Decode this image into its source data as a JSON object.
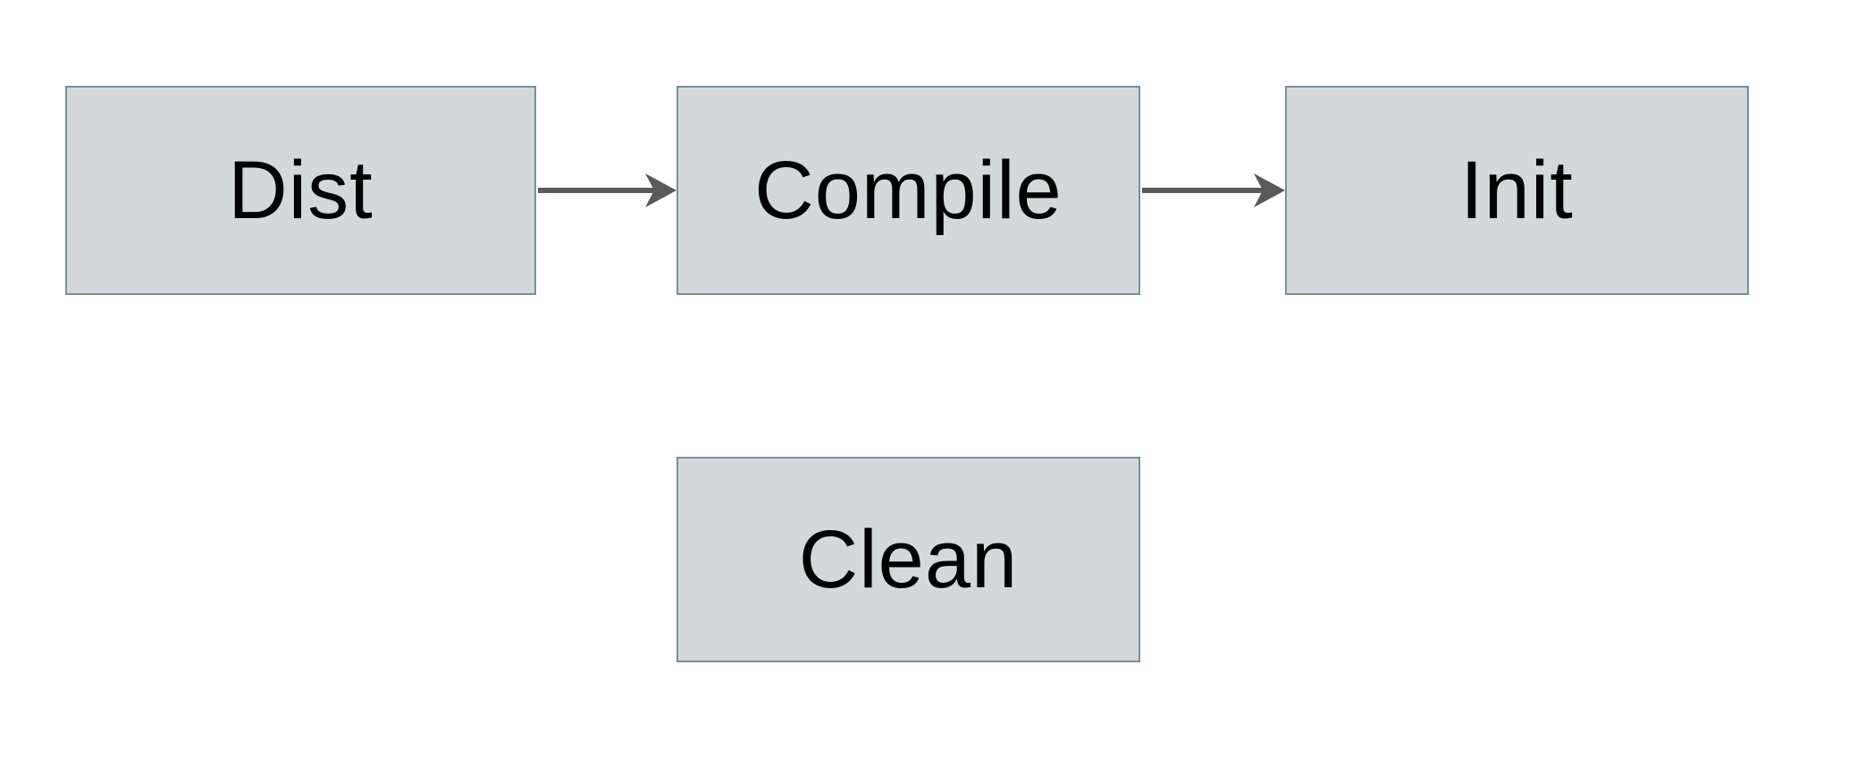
{
  "diagram": {
    "nodes": {
      "dist": {
        "label": "Dist"
      },
      "compile": {
        "label": "Compile"
      },
      "init": {
        "label": "Init"
      },
      "clean": {
        "label": "Clean"
      }
    },
    "edges": [
      {
        "from": "Dist",
        "to": "Compile",
        "direction": "right"
      },
      {
        "from": "Compile",
        "to": "Init",
        "direction": "right"
      }
    ],
    "colors": {
      "background": "#ffffff",
      "node_fill": "#d3d9db",
      "node_border": "#78909c",
      "arrow": "#595a5c",
      "text": "#000000"
    }
  }
}
